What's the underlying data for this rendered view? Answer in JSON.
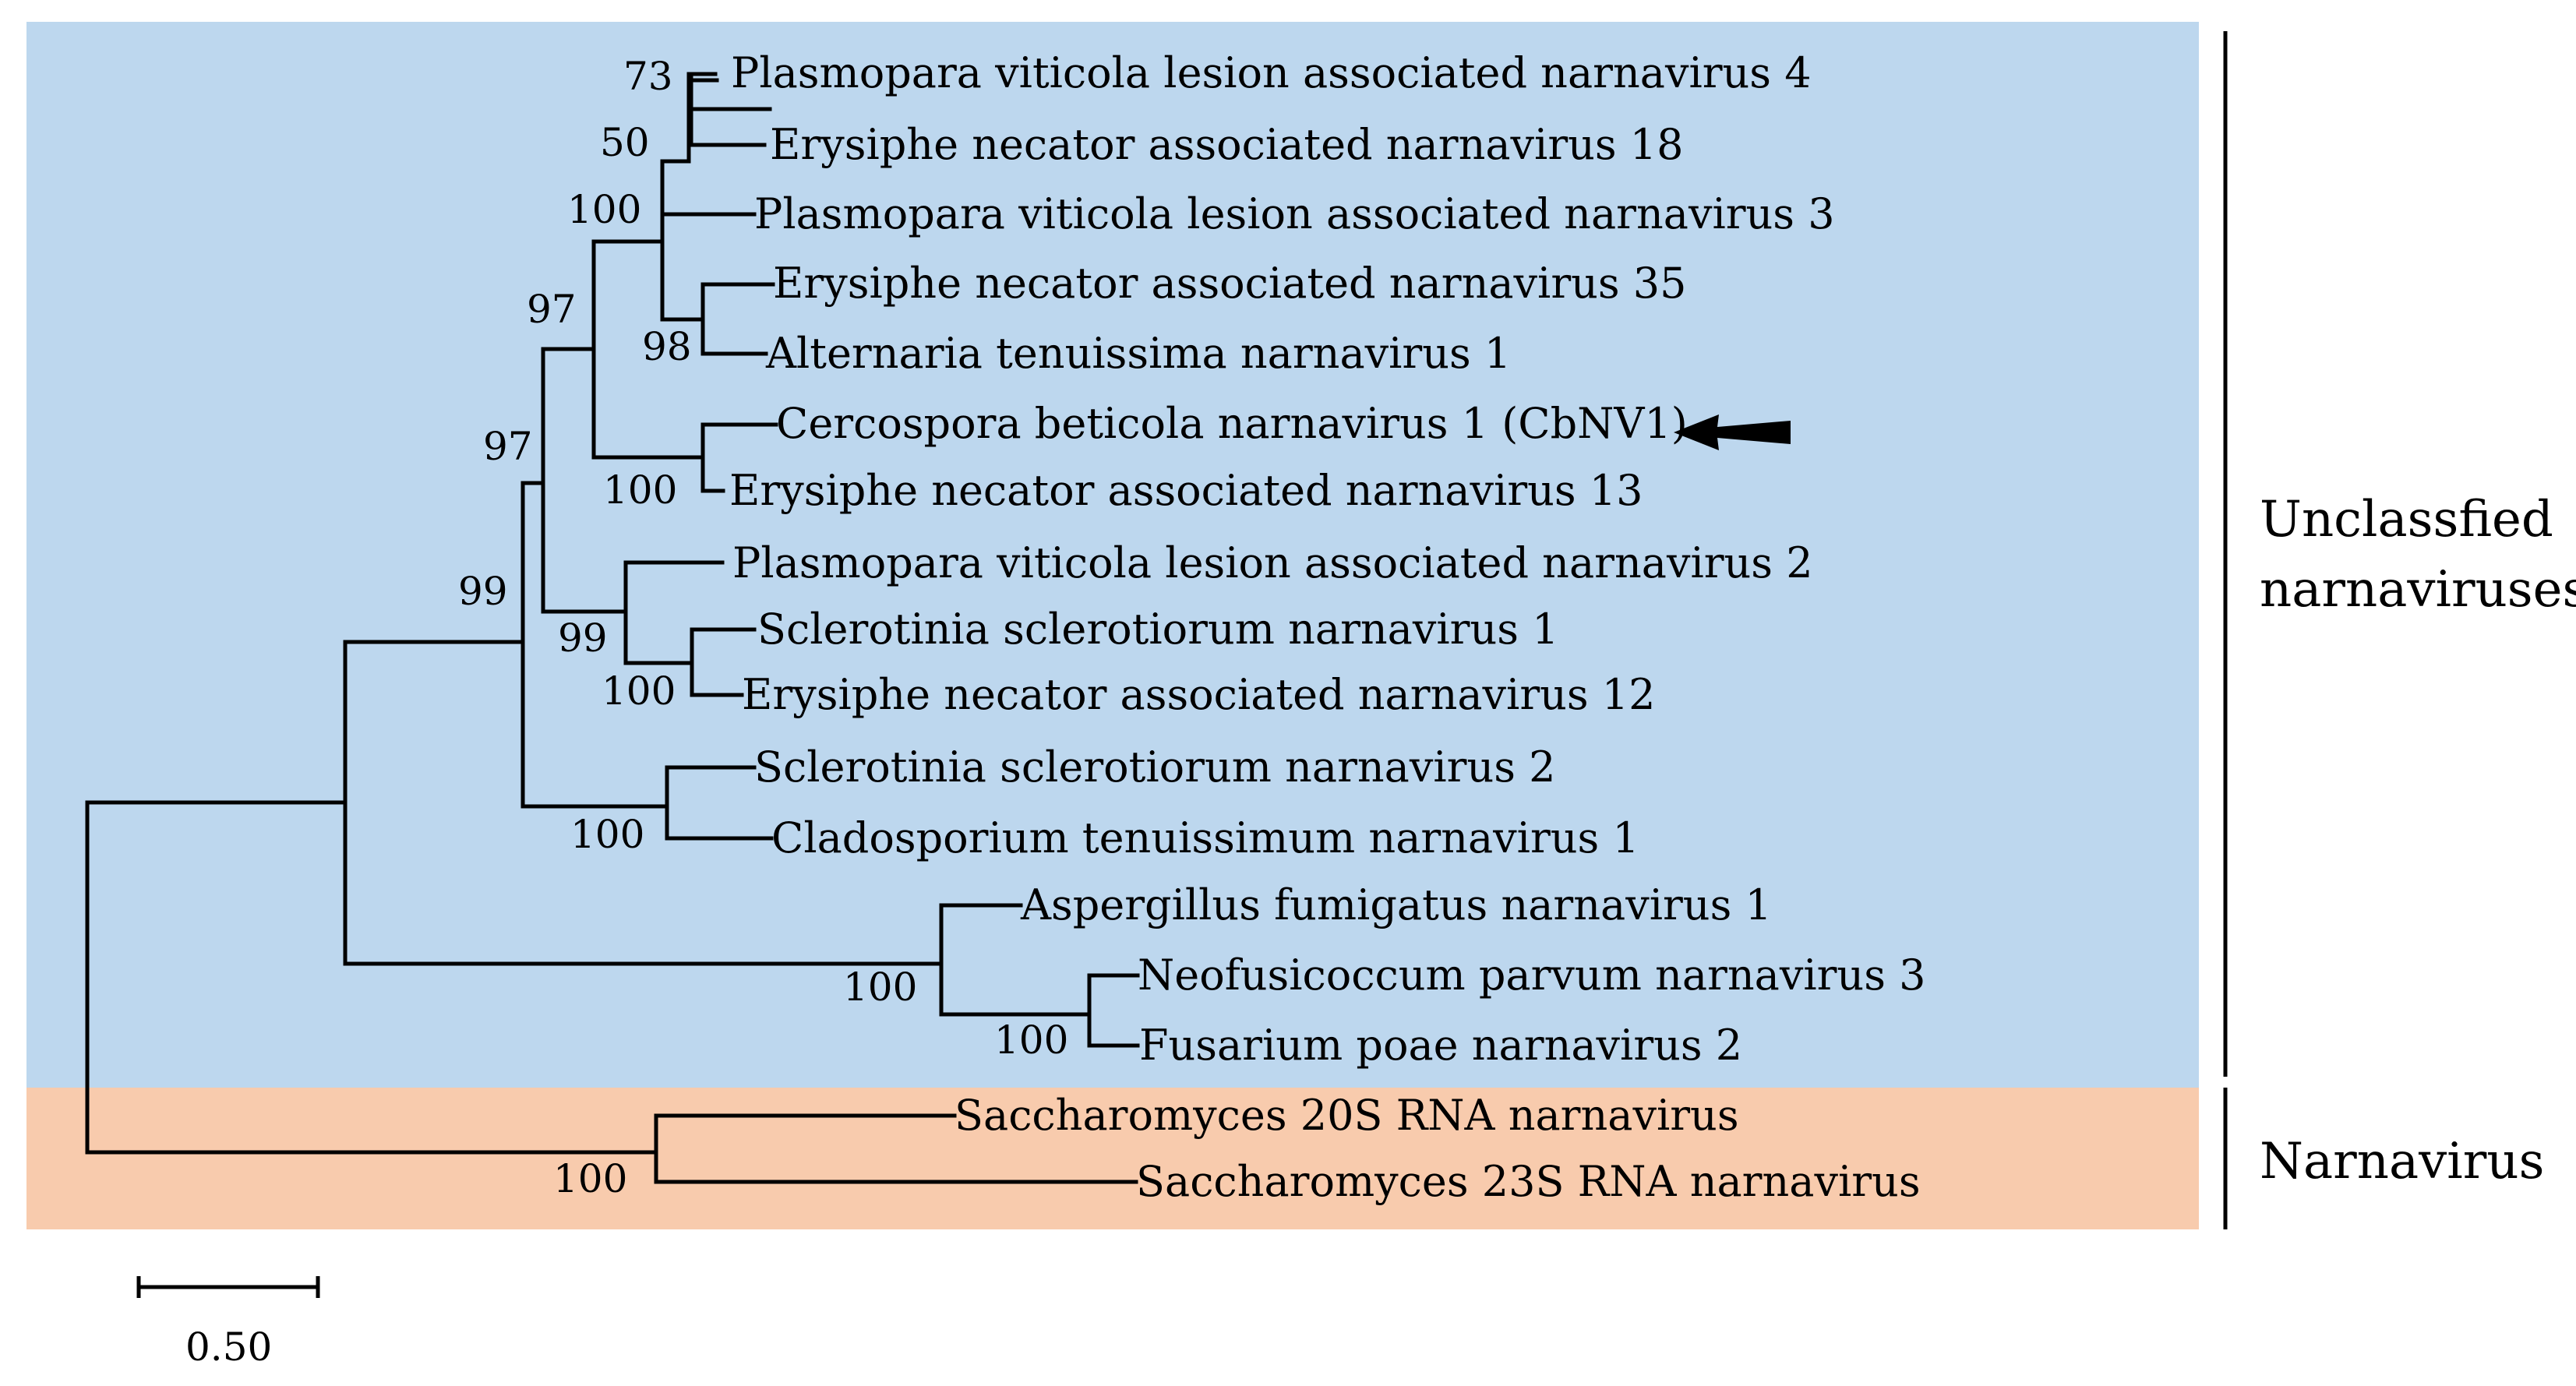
{
  "tree": {
    "taxa": {
      "pvlan4": "Plasmopara viticola lesion associated narnavirus 4",
      "enan18": "Erysiphe necator associated narnavirus 18",
      "pvlan3": "Plasmopara viticola lesion associated narnavirus 3",
      "enan35": "Erysiphe necator associated narnavirus 35",
      "atnv1": "Alternaria tenuissima narnavirus 1",
      "cbnv1": "Cercospora beticola narnavirus 1 (CbNV1)",
      "enan13": "Erysiphe necator associated narnavirus 13",
      "pvlan2": "Plasmopara viticola lesion associated narnavirus 2",
      "ssnv1": "Sclerotinia sclerotiorum narnavirus 1",
      "enan12": "Erysiphe necator associated narnavirus 12",
      "ssnv2": "Sclerotinia sclerotiorum narnavirus 2",
      "ctnv1": "Cladosporium tenuissimum narnavirus 1",
      "afnv1": "Aspergillus fumigatus narnavirus 1",
      "npnv3": "Neofusicoccum parvum narnavirus 3",
      "fpnv2": "Fusarium poae narnavirus 2",
      "s20s": "Saccharomyces 20S RNA narnavirus",
      "s23s": "Saccharomyces 23S RNA narnavirus"
    },
    "bootstrap": {
      "b73": "73",
      "b50": "50",
      "b100a": "100",
      "b97a": "97",
      "b98": "98",
      "b97b": "97",
      "b100b": "100",
      "b99a": "99",
      "b99b": "99",
      "b100c": "100",
      "b100d": "100",
      "b100e": "100",
      "b100f": "100",
      "b100g": "100"
    },
    "groups": {
      "unclassified_line1": "Unclassfied",
      "unclassified_line2": "narnaviruses",
      "narnavirus": "Narnavirus"
    },
    "scale_bar": {
      "label": "0.50"
    },
    "highlight_arrow": "arrow-left-icon",
    "colors": {
      "unclassified_bg": "#bdd7ee",
      "narnavirus_bg": "#f8cbad",
      "branch": "#000000"
    }
  }
}
